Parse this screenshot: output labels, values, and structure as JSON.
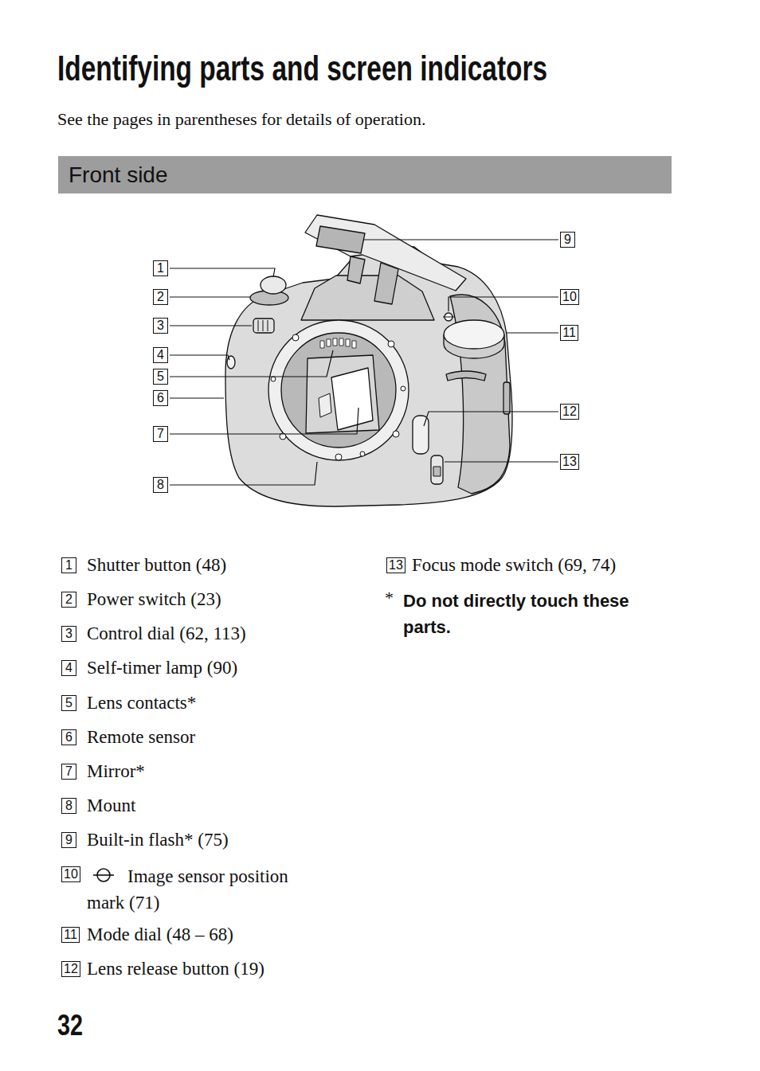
{
  "diagram": {
    "title": "Identifying parts and screen indicators",
    "nodes": [
      {
        "text": [
          "Front side"
        ]
      },
      {
        "text": [
          "1"
        ]
      },
      {
        "text": [
          "2"
        ]
      },
      {
        "text": [
          "3"
        ]
      },
      {
        "text": [
          "4"
        ]
      },
      {
        "text": [
          "5"
        ]
      },
      {
        "text": [
          "6"
        ]
      },
      {
        "text": [
          "7"
        ]
      },
      {
        "text": [
          "8"
        ]
      },
      {
        "text": [
          "9"
        ]
      },
      {
        "text": [
          "10"
        ]
      },
      {
        "text": [
          "11"
        ]
      },
      {
        "text": [
          "12"
        ]
      },
      {
        "text": [
          "13"
        ]
      },
      {
        "text": [
          "1"
        ]
      },
      {
        "text": [
          "2"
        ]
      },
      {
        "text": [
          "3"
        ]
      },
      {
        "text": [
          "4"
        ]
      },
      {
        "text": [
          "5"
        ]
      },
      {
        "text": [
          "6"
        ]
      },
      {
        "text": [
          "7"
        ]
      },
      {
        "text": [
          "8"
        ]
      },
      {
        "text": [
          "9"
        ]
      },
      {
        "text": [
          "10"
        ]
      },
      {
        "text": [
          "11"
        ]
      },
      {
        "text": [
          "12"
        ]
      },
      {
        "text": [
          "13"
        ]
      }
    ],
    "labels": [
      "See the pages in parentheses for details of operation.",
      "Shutter button (48)",
      "Power switch (23)",
      "Control dial (62, 113)",
      "Self-timer lamp (90)",
      "Lens contacts*",
      "Remote sensor",
      "Mirror*",
      "Mount",
      "Built-in flash* (75)",
      "Image sensor position mark (71)",
      "Mode dial (48 – 68)",
      "Lens release button (19)",
      "Focus mode switch (69, 74)",
      "*",
      "Do not directly touch these parts.",
      "32"
    ]
  }
}
